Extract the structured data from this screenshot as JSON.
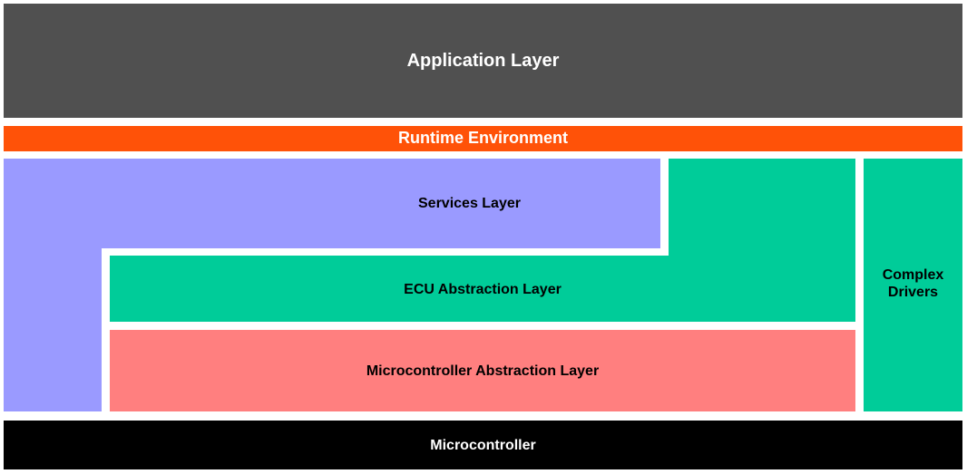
{
  "layers": {
    "application": {
      "label": "Application Layer",
      "color": "#505050",
      "text_color": "#ffffff"
    },
    "runtime": {
      "label": "Runtime Environment",
      "color": "#ff5208",
      "text_color": "#ffffff"
    },
    "services": {
      "label": "Services Layer",
      "color": "#9a9aff",
      "text_color": "#000000"
    },
    "ecu_abstraction": {
      "label": "ECU Abstraction Layer",
      "color": "#00cc99",
      "text_color": "#000000"
    },
    "mcal": {
      "label": "Microcontroller Abstraction Layer",
      "color": "#ff7f7f",
      "text_color": "#000000"
    },
    "complex_drivers": {
      "label_line1": "Complex",
      "label_line2": "Drivers",
      "color": "#00cc99",
      "text_color": "#000000"
    },
    "microcontroller": {
      "label": "Microcontroller",
      "color": "#000000",
      "text_color": "#ffffff"
    }
  }
}
